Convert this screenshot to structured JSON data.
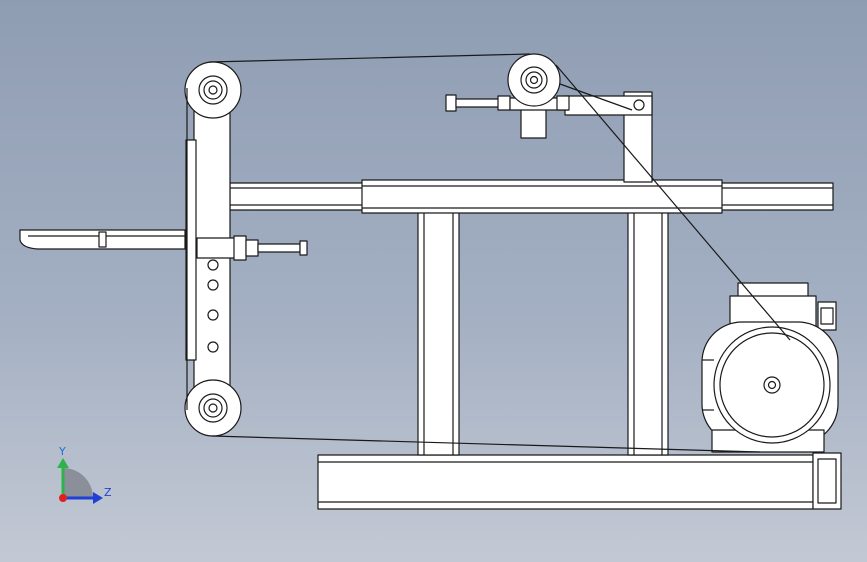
{
  "viewport": {
    "background_top": "#8f9db3",
    "background_bottom": "#c3c9d4",
    "part_fill": "#ffffff",
    "line_color": "#1a1a1a"
  },
  "triad": {
    "y_label": "Y",
    "z_label": "Z",
    "y_color": "#2db34a",
    "z_color": "#1f3fd6",
    "x_color": "#e02020",
    "plane_color": "#8a8f99"
  },
  "model": {
    "parts": [
      "base-frame",
      "vertical-posts",
      "horizontal-beam",
      "tracking-arm",
      "tensioner-bracket",
      "grinding-arm",
      "work-rest",
      "idler-wheels",
      "motor",
      "abrasive-belt"
    ]
  }
}
